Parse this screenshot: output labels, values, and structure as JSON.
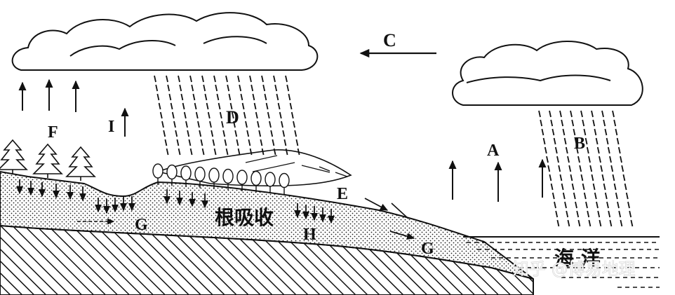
{
  "labels": {
    "A": "A",
    "B": "B",
    "C": "C",
    "D": "D",
    "E": "E",
    "F": "F",
    "G_left": "G",
    "G_right": "G",
    "H": "H",
    "I": "I"
  },
  "root_absorption": "根吸收",
  "ocean": "海  洋",
  "watermark": "知乎 @博易地理"
}
